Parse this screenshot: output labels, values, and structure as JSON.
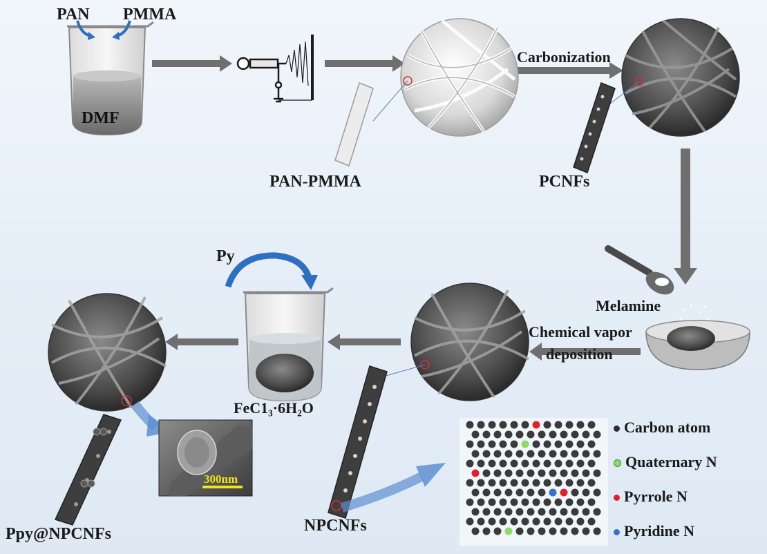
{
  "labels": {
    "pan": "PAN",
    "pmma": "PMMA",
    "dmf": "DMF",
    "carbonization": "Carbonization",
    "pan_pmma": "PAN-PMMA",
    "pcnfs": "PCNFs",
    "py": "Py",
    "melamine": "Melamine",
    "cvd_line1": "Chemical vapor",
    "cvd_line2": "deposition",
    "fecl3": "FeC1₃·6H₂O",
    "scale_bar": "300nm",
    "npcnfs": "NPCNFs",
    "ppy": "Ppy@NPCNFs"
  },
  "legend": [
    {
      "label": "Carbon atom",
      "color": "#2f2f2f"
    },
    {
      "label": "Quaternary N",
      "color": "#8fd86a"
    },
    {
      "label": "Pyrrole N",
      "color": "#e0202a"
    },
    {
      "label": "Pyridine N",
      "color": "#3d6fc2"
    }
  ],
  "colors": {
    "arrow": "#6f6f6f",
    "blue_arrow": "#2f6fbf",
    "scale_bar": "#f2e21a"
  }
}
